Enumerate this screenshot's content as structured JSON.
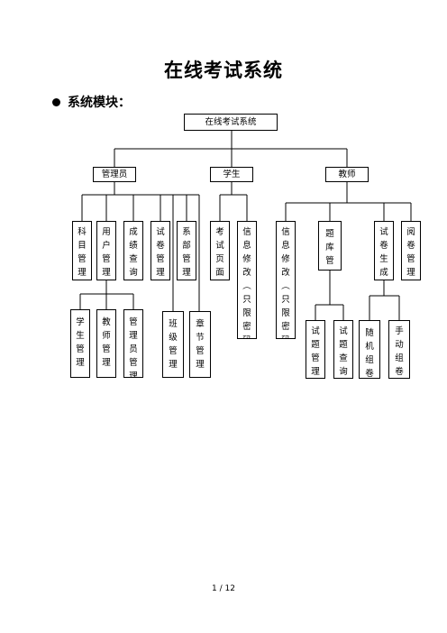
{
  "document": {
    "title": "在线考试系统",
    "section_heading": "系统模块：",
    "footer": "1 / 12"
  },
  "tree": {
    "root": "在线考试系统",
    "groups": [
      {
        "label": "管理员",
        "children": [
          {
            "label": "科目管理"
          },
          {
            "label": "用户管理",
            "children": [
              "学生管理",
              "教师管理",
              "管理员管理"
            ]
          },
          {
            "label": "成绩查询"
          },
          {
            "label": "试卷管理"
          },
          {
            "label": "系部管理"
          },
          {
            "label": "班级管理"
          },
          {
            "label": "章节管理"
          }
        ]
      },
      {
        "label": "学生",
        "children": [
          {
            "label": "考试页面"
          },
          {
            "label": "信息修改（只限密码）"
          }
        ]
      },
      {
        "label": "教师",
        "children": [
          {
            "label": "信息修改（只限密码）"
          },
          {
            "label": "题库管理",
            "children": [
              "试题管理",
              "试题查询"
            ]
          },
          {
            "label": "试卷生成",
            "children": [
              "随机组卷",
              "手动组卷"
            ]
          },
          {
            "label": "阅卷管理"
          }
        ]
      }
    ]
  }
}
